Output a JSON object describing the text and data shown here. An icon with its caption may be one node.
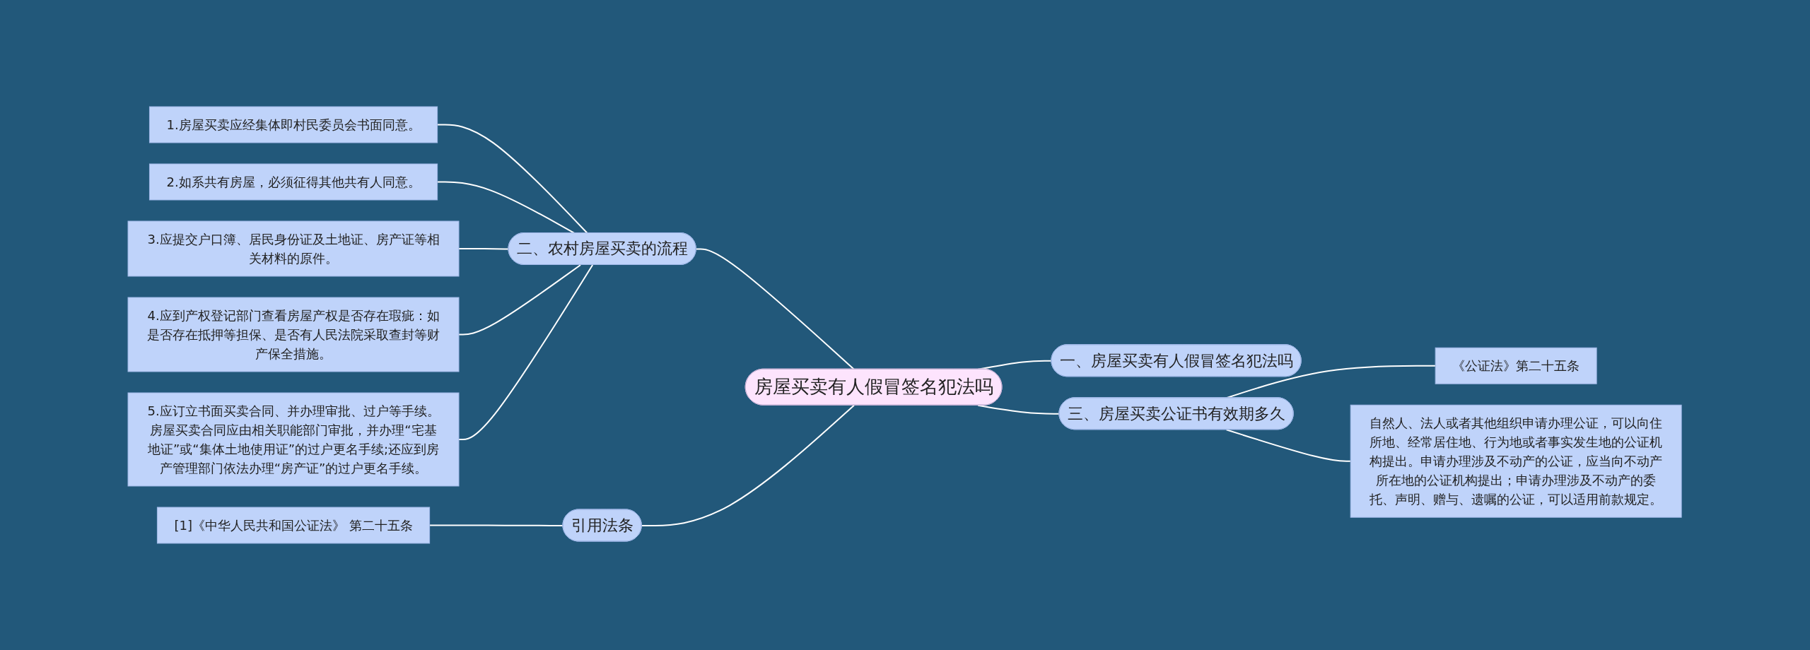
{
  "diagram": {
    "nodes": [
      {
        "text": [
          "房屋买卖有人假冒签名犯法吗"
        ]
      },
      {
        "text": [
          "二、农村房屋买卖的流程"
        ]
      },
      {
        "text": [
          "1.房屋买卖应经集体即村民委员会书面同意。"
        ]
      },
      {
        "text": [
          "2.如系共有房屋，必须征得其他共有人同意。"
        ]
      },
      {
        "text": [
          "3.应提交户口簿、居民身份证及土地证、房产证等相关材料的原件。"
        ]
      },
      {
        "text": [
          "4.应到产权登记部门查看房屋产权是否存在瑕疵：如是否存在抵押等担保、是否有人民法院采取查封等财产保全措施。"
        ]
      },
      {
        "text": [
          "5.应订立书面买卖合同、并办理审批、过户等手续。房屋买卖合同应由相关职能部门审批，并办理“宅基地证”或“集体土地使用证”的过户更名手续;还应到房产管理部门依法办理“房产证”的过户更名手续。"
        ]
      },
      {
        "text": [
          "一、房屋买卖有人假冒签名犯法吗"
        ]
      },
      {
        "text": [
          "三、房屋买卖公证书有效期多久"
        ]
      },
      {
        "text": [
          "《公证法》第二十五条"
        ]
      },
      {
        "text": [
          "自然人、法人或者其他组织申请办理公证，可以向住所地、经常居住地、行为地或者事实发生地的公证机构提出。申请办理涉及不动产的公证，应当向不动产所在地的公证机构提出；申请办理涉及不动产的委托、声明、赠与、遗嘱的公证，可以适用前款规定。"
        ]
      },
      {
        "text": [
          "引用法条"
        ]
      },
      {
        "text": [
          "[1]《中华人民共和国公证法》 第二十五条"
        ]
      }
    ],
    "edges": [
      {
        "from": 2,
        "to": 1,
        "arrow": "none"
      },
      {
        "from": 3,
        "to": 1,
        "arrow": "none"
      },
      {
        "from": 4,
        "to": 1,
        "arrow": "none"
      },
      {
        "from": 5,
        "to": 1,
        "arrow": "none"
      },
      {
        "from": 6,
        "to": 1,
        "arrow": "none"
      },
      {
        "from": 1,
        "to": 0,
        "arrow": "none"
      },
      {
        "from": 0,
        "to": 7,
        "arrow": "none"
      },
      {
        "from": 0,
        "to": 8,
        "arrow": "none"
      },
      {
        "from": 8,
        "to": 9,
        "arrow": "none"
      },
      {
        "from": 8,
        "to": 10,
        "arrow": "none"
      },
      {
        "from": 12,
        "to": 11,
        "arrow": "none"
      },
      {
        "from": 11,
        "to": 0,
        "arrow": "none"
      }
    ]
  }
}
